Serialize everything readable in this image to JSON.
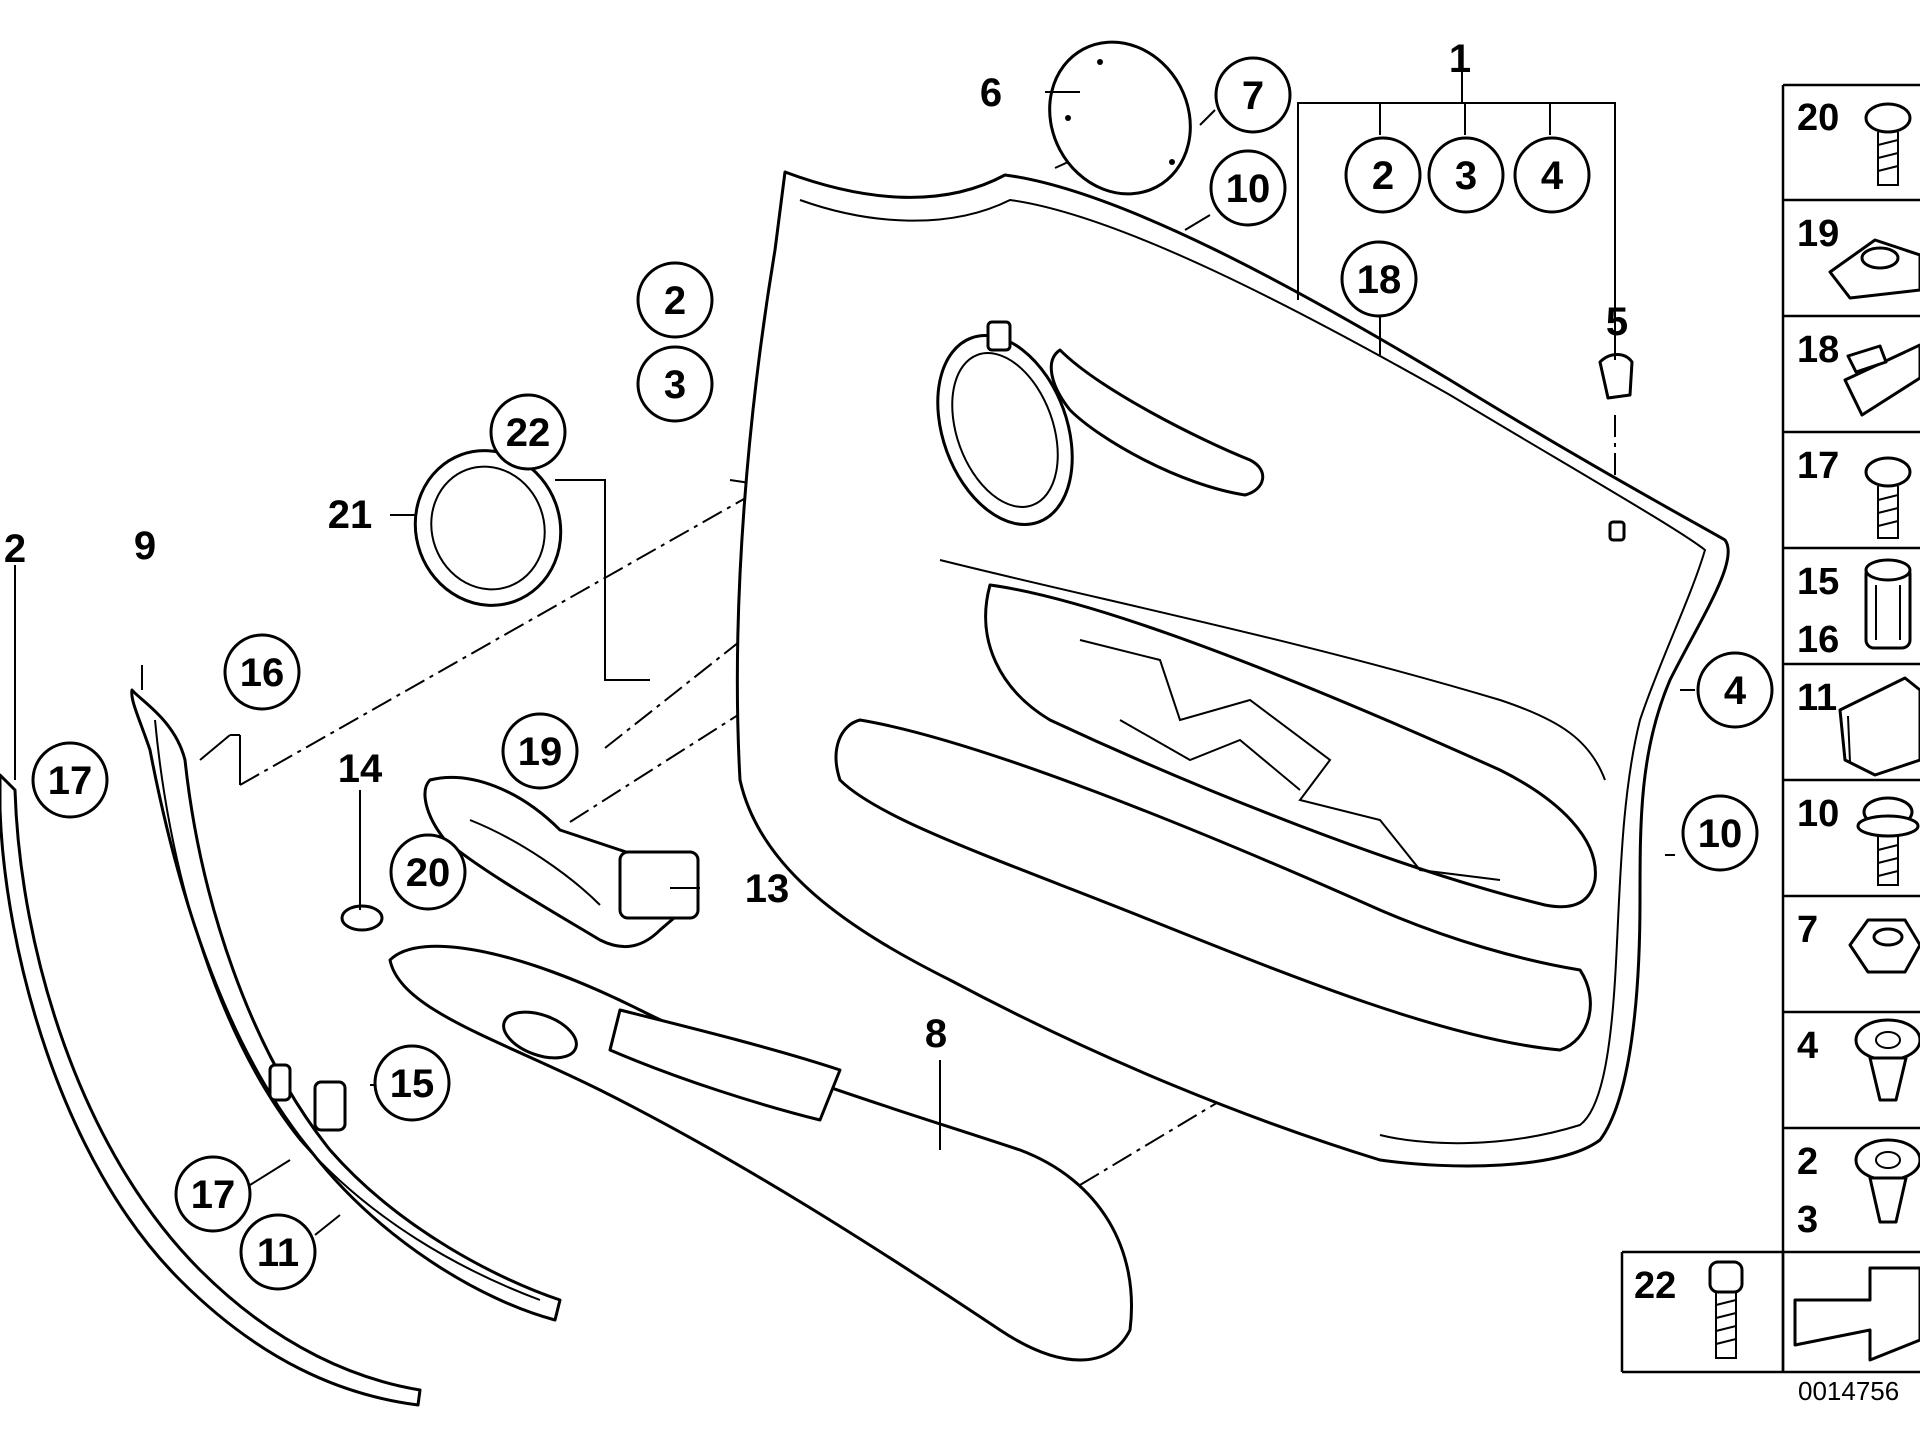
{
  "diagram": {
    "diagram_id": "0014756",
    "callouts": [
      {
        "key": "c7",
        "label": "7"
      },
      {
        "key": "c10a",
        "label": "10"
      },
      {
        "key": "c2top",
        "label": "2"
      },
      {
        "key": "c3top",
        "label": "3"
      },
      {
        "key": "c4top",
        "label": "4"
      },
      {
        "key": "c18",
        "label": "18"
      },
      {
        "key": "c2left",
        "label": "2"
      },
      {
        "key": "c3left",
        "label": "3"
      },
      {
        "key": "c22",
        "label": "22"
      },
      {
        "key": "c16",
        "label": "16"
      },
      {
        "key": "c17a",
        "label": "17"
      },
      {
        "key": "c19",
        "label": "19"
      },
      {
        "key": "c20",
        "label": "20"
      },
      {
        "key": "c4right",
        "label": "4"
      },
      {
        "key": "c10b",
        "label": "10"
      },
      {
        "key": "c15",
        "label": "15"
      },
      {
        "key": "c17b",
        "label": "17"
      },
      {
        "key": "c11",
        "label": "11"
      }
    ],
    "plain_labels": [
      {
        "key": "l1",
        "label": "1"
      },
      {
        "key": "l6",
        "label": "6"
      },
      {
        "key": "l5",
        "label": "5"
      },
      {
        "key": "l21",
        "label": "21"
      },
      {
        "key": "l2edge",
        "label": "2"
      },
      {
        "key": "l9",
        "label": "9"
      },
      {
        "key": "l14",
        "label": "14"
      },
      {
        "key": "l13",
        "label": "13"
      },
      {
        "key": "l8",
        "label": "8"
      }
    ],
    "side_panel": [
      {
        "key": "s20",
        "labels": [
          "20"
        ],
        "icon": "screw-icon"
      },
      {
        "key": "s19",
        "labels": [
          "19"
        ],
        "icon": "clip-nut-icon"
      },
      {
        "key": "s18",
        "labels": [
          "18"
        ],
        "icon": "rail-clip-icon"
      },
      {
        "key": "s17",
        "labels": [
          "17"
        ],
        "icon": "screw-icon"
      },
      {
        "key": "s1516",
        "labels": [
          "15",
          "16"
        ],
        "icon": "sleeve-nut-icon"
      },
      {
        "key": "s11",
        "labels": [
          "11"
        ],
        "icon": "spring-clip-icon"
      },
      {
        "key": "s10",
        "labels": [
          "10"
        ],
        "icon": "washer-screw-icon"
      },
      {
        "key": "s7",
        "labels": [
          "7"
        ],
        "icon": "hex-nut-icon"
      },
      {
        "key": "s4",
        "labels": [
          "4"
        ],
        "icon": "expanding-clip-icon"
      },
      {
        "key": "s23",
        "labels": [
          "2",
          "3"
        ],
        "icon": "expanding-clip-icon"
      },
      {
        "key": "s22",
        "labels": [
          "22"
        ],
        "icon": "bolt-icon"
      }
    ]
  }
}
